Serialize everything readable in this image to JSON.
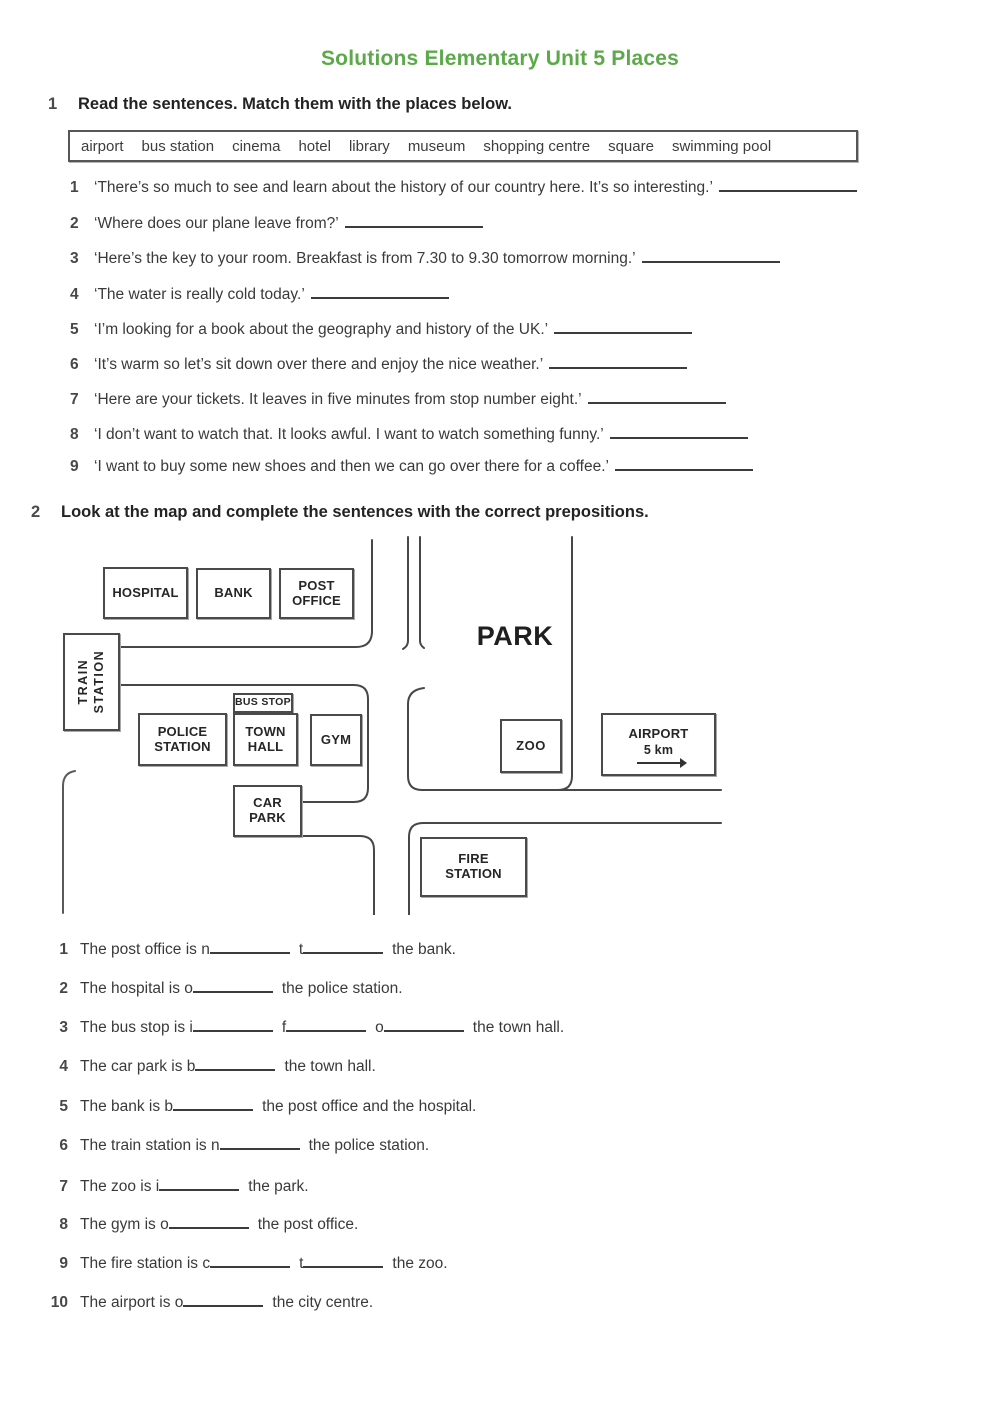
{
  "title": {
    "text": "Solutions Elementary Unit 5 Places",
    "color": "#5ca94a"
  },
  "exercise1": {
    "number": "1",
    "instruction": "Read the sentences. Match them with the places below.",
    "word_bank": [
      "airport",
      "bus station",
      "cinema",
      "hotel",
      "library",
      "museum",
      "shopping centre",
      "square",
      "swimming pool"
    ],
    "sentences": [
      {
        "num": "1",
        "text": "‘There’s so much to see and learn about the history of our country here. It’s so interesting.’"
      },
      {
        "num": "2",
        "text": "‘Where does our plane leave from?’"
      },
      {
        "num": "3",
        "text": "‘Here’s the key to your room. Breakfast is from 7.30 to 9.30 tomorrow morning.’"
      },
      {
        "num": "4",
        "text": "‘The water is really cold today.’"
      },
      {
        "num": "5",
        "text": "‘I’m looking for a book about the geography and history of the UK.’"
      },
      {
        "num": "6",
        "text": "‘It’s warm so let’s sit down over there and enjoy the nice weather.’"
      },
      {
        "num": "7",
        "text": "‘Here are your tickets. It leaves in five minutes from stop number eight.’"
      },
      {
        "num": "8",
        "text": "‘I don’t want to watch that. It looks awful. I want to watch something funny.’"
      },
      {
        "num": "9",
        "text": "‘I want to buy some new shoes and then we can go over there for a coffee.’"
      }
    ]
  },
  "exercise2": {
    "number": "2",
    "instruction": "Look at the map and complete the sentences with the correct prepositions.",
    "map": {
      "hospital": "HOSPITAL",
      "bank": "BANK",
      "post_office": "POST OFFICE",
      "train_station": "TRAIN STATION",
      "bus_stop": "BUS STOP",
      "police_station": "POLICE STATION",
      "town_hall": "TOWN HALL",
      "gym": "GYM",
      "car_park": "CAR PARK",
      "park": "PARK",
      "zoo": "ZOO",
      "airport_name": "AIRPORT",
      "airport_distance": "5 km",
      "fire_station": "FIRE STATION"
    },
    "sentences": [
      {
        "num": "1",
        "segments": [
          {
            "text": "The post office is n"
          },
          {
            "blank": true
          },
          {
            "text": "t"
          },
          {
            "blank": true
          },
          {
            "text": "the bank."
          }
        ]
      },
      {
        "num": "2",
        "segments": [
          {
            "text": "The hospital is o"
          },
          {
            "blank": true
          },
          {
            "text": "the police station."
          }
        ]
      },
      {
        "num": "3",
        "segments": [
          {
            "text": "The bus stop is i"
          },
          {
            "blank": true
          },
          {
            "text": "f"
          },
          {
            "blank": true
          },
          {
            "text": "o"
          },
          {
            "blank": true
          },
          {
            "text": "the town hall."
          }
        ]
      },
      {
        "num": "4",
        "segments": [
          {
            "text": "The car park is b"
          },
          {
            "blank": true
          },
          {
            "text": "the town hall."
          }
        ]
      },
      {
        "num": "5",
        "segments": [
          {
            "text": "The bank is b"
          },
          {
            "blank": true
          },
          {
            "text": "the post office and the hospital."
          }
        ]
      },
      {
        "num": "6",
        "segments": [
          {
            "text": "The train station is n"
          },
          {
            "blank": true
          },
          {
            "text": "the police station."
          }
        ]
      },
      {
        "num": "7",
        "segments": [
          {
            "text": "The zoo is i"
          },
          {
            "blank": true
          },
          {
            "text": "the park."
          }
        ]
      },
      {
        "num": "8",
        "segments": [
          {
            "text": "The gym is o"
          },
          {
            "blank": true
          },
          {
            "text": "the post office."
          }
        ]
      },
      {
        "num": "9",
        "segments": [
          {
            "text": "The fire station is c"
          },
          {
            "blank": true
          },
          {
            "text": "t"
          },
          {
            "blank": true
          },
          {
            "text": "the zoo."
          }
        ]
      },
      {
        "num": "10",
        "segments": [
          {
            "text": "The airport is o"
          },
          {
            "blank": true
          },
          {
            "text": "the city centre."
          }
        ]
      }
    ]
  }
}
